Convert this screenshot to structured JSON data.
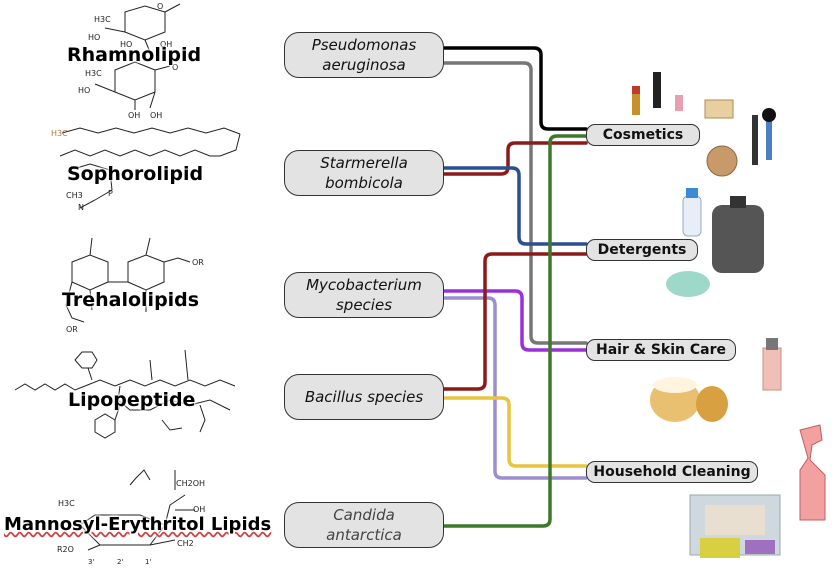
{
  "lipids": [
    {
      "id": "rhamnolipid",
      "label": "Rhamnolipid"
    },
    {
      "id": "sophorolipid",
      "label": "Sophorolipid"
    },
    {
      "id": "trehalolipids",
      "label": "Trehalolipids"
    },
    {
      "id": "lipopeptide",
      "label": "Lipopeptide"
    },
    {
      "id": "mel",
      "label": "Mannosyl-Erythritol Lipids"
    }
  ],
  "sources": [
    {
      "id": "pseudomonas",
      "line1": "Pseudomonas",
      "line2": "aeruginosa"
    },
    {
      "id": "starmerella",
      "line1": "Starmerella",
      "line2": "bombicola"
    },
    {
      "id": "mycobacterium",
      "line1": "Mycobacterium",
      "line2": "species"
    },
    {
      "id": "bacillus",
      "line1": "Bacillus species",
      "line2": ""
    },
    {
      "id": "candida",
      "line1": "Candida",
      "line2": "antarctica"
    }
  ],
  "applications": [
    {
      "id": "cosmetics",
      "label": "Cosmetics"
    },
    {
      "id": "detergents",
      "label": "Detergents"
    },
    {
      "id": "hair-skin",
      "label": "Hair & Skin Care"
    },
    {
      "id": "household",
      "label": "Household Cleaning"
    }
  ],
  "connections": [
    {
      "from": "pseudomonas",
      "to": "cosmetics",
      "color": "#000000"
    },
    {
      "from": "pseudomonas",
      "to": "hair-skin",
      "color": "#777777"
    },
    {
      "from": "starmerella",
      "to": "cosmetics",
      "color": "#8b1a1a"
    },
    {
      "from": "starmerella",
      "to": "detergents",
      "color": "#2b4f8f"
    },
    {
      "from": "mycobacterium",
      "to": "hair-skin",
      "color": "#9b30d8"
    },
    {
      "from": "mycobacterium",
      "to": "household",
      "color": "#9b8fcf"
    },
    {
      "from": "bacillus",
      "to": "detergents",
      "color": "#8b1a1a"
    },
    {
      "from": "bacillus",
      "to": "household",
      "color": "#e8c440"
    },
    {
      "from": "candida",
      "to": "cosmetics",
      "color": "#3c7a2a"
    }
  ],
  "structure_text": {
    "rha_ho1": "HO",
    "rha_ho2": "HO",
    "rha_oh1": "OH",
    "rha_h3c1": "H3C",
    "rha_o1": "O",
    "rha_h3c2": "H3C",
    "rha_ho3": "HO",
    "rha_oh2": "OH",
    "rha_oh3": "OH",
    "rha_o2": "O",
    "soph_h3c": "H3C",
    "soph_ch3": "CH3",
    "soph_p": "P",
    "soph_n": "N",
    "tre_or1": "OR",
    "tre_or2": "OR",
    "mel_h3c": "H3C",
    "mel_ch2oh": "CH2OH",
    "mel_oh": "OH",
    "mel_r2o": "R2O",
    "mel_ch2": "CH2",
    "mel_3": "3'",
    "mel_2": "2'",
    "mel_1": "1'"
  }
}
